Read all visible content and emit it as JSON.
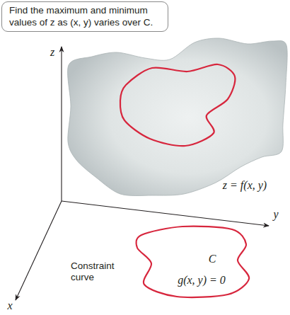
{
  "diagram": {
    "nodes": [
      {
        "text": [
          "Find the maximum and minimum values of z as (x, y) varies over C."
        ]
      }
    ],
    "edges": [],
    "labels": [
      "z",
      "z = f(x, y)",
      "y",
      "C",
      "g(x, y) = 0",
      "Constraint curve",
      "x"
    ]
  }
}
